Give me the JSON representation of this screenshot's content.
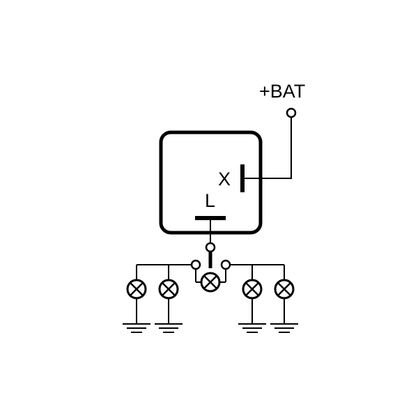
{
  "diagram": {
    "labels": {
      "battery": "+BAT",
      "terminal_x": "X",
      "terminal_l": "L"
    },
    "colors": {
      "line": "#000000",
      "background": "#ffffff"
    },
    "lamp_count": 5,
    "ground_count": 4
  }
}
